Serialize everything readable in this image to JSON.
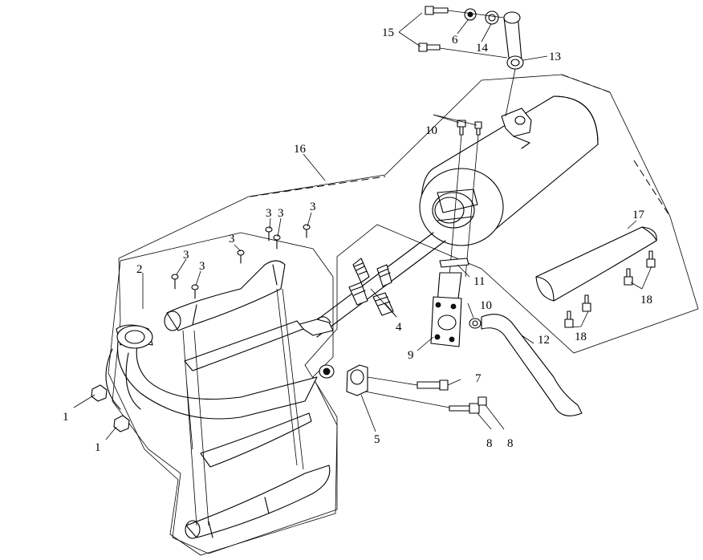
{
  "callouts": {
    "c1a": "1",
    "c1b": "1",
    "c2": "2",
    "c3a": "3",
    "c3b": "3",
    "c3c": "3",
    "c3d": "3",
    "c3e": "3",
    "c3f": "3",
    "c4": "4",
    "c5": "5",
    "c6": "6",
    "c7": "7",
    "c8a": "8",
    "c8b": "8",
    "c9": "9",
    "c10a": "10",
    "c10b": "10",
    "c11": "11",
    "c12": "12",
    "c13": "13",
    "c14": "14",
    "c15": "15",
    "c16": "16",
    "c17": "17",
    "c18a": "18",
    "c18b": "18"
  }
}
